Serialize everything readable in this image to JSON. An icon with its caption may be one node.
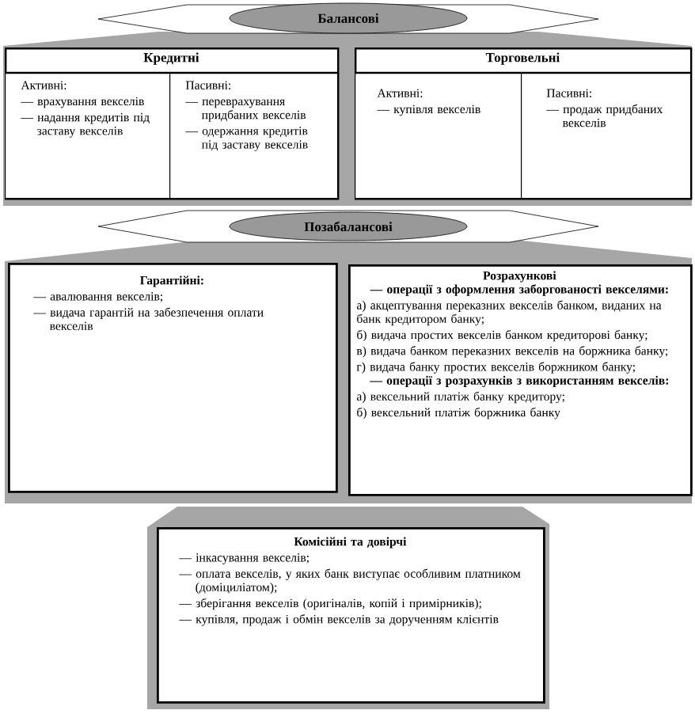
{
  "diagram": {
    "nodes": [
      {
        "text": [
          "Балансові"
        ]
      },
      {
        "text": [
          "Кредитні"
        ]
      },
      {
        "text": [
          "Активні:",
          "— врахування векселів",
          "— надання кредитів під заставу векселів"
        ],
        "in": 1
      },
      {
        "text": [
          "Пасивні:",
          "— переврахування придбаних векселів",
          "— одержання кредитів під заставу векселів"
        ],
        "in": 1
      },
      {
        "text": [
          "Торговельні"
        ]
      },
      {
        "text": [
          "Активні:",
          "— купівля векселів"
        ],
        "in": 4
      },
      {
        "text": [
          "Пасивні:",
          "— продаж придбаних векселів"
        ],
        "in": 4
      },
      {
        "text": [
          "Позабалансові"
        ]
      },
      {
        "text": [
          "Гарантійні:",
          "— авалювання векселів;",
          "— видача гарантій на забезпечення оплати векселів"
        ]
      },
      {
        "text": [
          "Розрахункові",
          "— операції з оформлення заборгованості векселями:",
          "а) акцептування переказних векселів банком, виданих на банк кредитором банку;",
          "б) видача простих векселів банком кредиторові банку;",
          "в) видача банком переказних векселів на боржника банку;",
          "г) видача банку простих векселів боржником банку;",
          "— операції з розрахунків з використанням векселів:",
          "а) вексельний платіж банку кредитору;",
          "б) вексельний платіж боржника банку"
        ]
      },
      {
        "text": [
          "Комісійні та довірчі",
          "— інкасування векселів;",
          "— оплата векселів, у яких банк виступає особливим платником (доміциліатом);",
          "— зберігання векселів (оригіналів, копій і примірників);",
          "— купівля, продаж і обмін векселів за дорученням клієнтів"
        ]
      }
    ],
    "edges": []
  }
}
